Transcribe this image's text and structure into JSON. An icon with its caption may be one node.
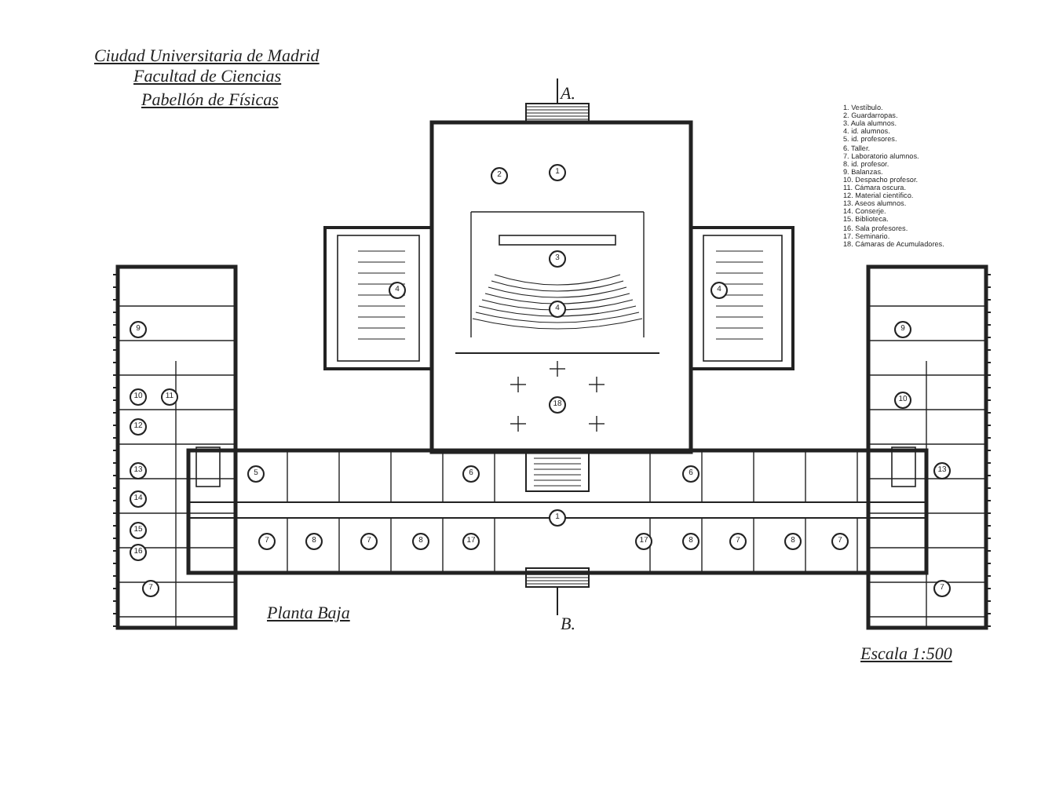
{
  "diagram": {
    "title": "Ciudad Universitaria de Madrid",
    "labels": [
      "Facultad de Ciencias",
      "Pabellón de Físicas",
      "A.",
      "1. Vestíbulo.",
      "2. Guardarropas.",
      "3. Aula alumnos.",
      "4. id. alumnos.",
      "5. id. profesores.",
      "6. Taller.",
      "7. Laboratorio alumnos.",
      "8. id. profesor.",
      "9. Balanzas.",
      "10. Despacho profesor.",
      "11. Cámara oscura.",
      "12. Material científico.",
      "13. Aseos alumnos.",
      "14. Conserje.",
      "15. Biblioteca.",
      "16. Sala profesores.",
      "17. Seminario.",
      "18. Cámaras de Acumuladores.",
      "2",
      "1",
      "3",
      "4",
      "4",
      "4",
      "18",
      "9",
      "9",
      "10",
      "10",
      "11",
      "12",
      "13",
      "13",
      "14",
      "15",
      "16",
      "5",
      "6",
      "6",
      "1",
      "7",
      "8",
      "7",
      "8",
      "17",
      "17",
      "8",
      "7",
      "8",
      "7",
      "7",
      "7",
      "Planta Baja",
      "B.",
      "Escala 1:500"
    ]
  }
}
